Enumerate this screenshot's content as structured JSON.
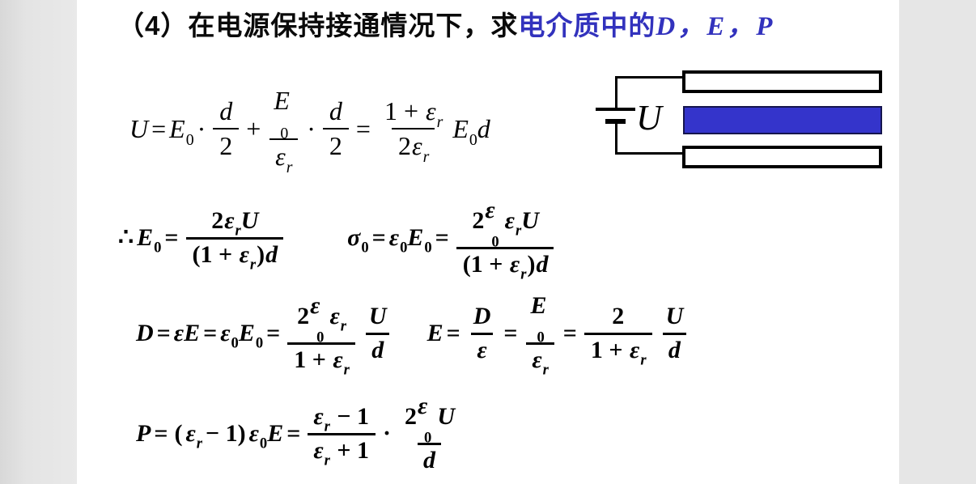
{
  "slide": {
    "title": {
      "prefix": "（4）在电源保持接通情况下，求",
      "highlight": "电介质中的",
      "highlight_vars": "D，E，P"
    },
    "colors": {
      "accent_blue": "#3232bd",
      "dielectric_fill": "#3434cb",
      "letterbox_gray": "#e6e6e6",
      "text": "#000000"
    },
    "diagram": {
      "battery_label": "U"
    },
    "equations": [
      {
        "id": "voltage-sum",
        "tokens": [
          {
            "v": "U"
          },
          "=",
          {
            "v": "E",
            "sub": "0"
          },
          "·",
          {
            "frac": {
              "n": [
                {
                  "v": "d"
                }
              ],
              "d": [
                "2"
              ]
            }
          },
          "+",
          {
            "frac": {
              "n": [
                {
                  "v": "E",
                  "sub": "0"
                }
              ],
              "d": [
                {
                  "v": "ε",
                  "sub": "r"
                }
              ]
            }
          },
          "·",
          {
            "frac": {
              "n": [
                {
                  "v": "d"
                }
              ],
              "d": [
                "2"
              ]
            }
          },
          "=",
          {
            "frac": {
              "n": [
                "1 + ",
                {
                  "v": "ε",
                  "sub": "r"
                }
              ],
              "d": [
                "2",
                {
                  "v": "ε",
                  "sub": "r"
                }
              ]
            }
          },
          {
            "v": "E",
            "sub": "0"
          },
          {
            "v": "d"
          }
        ]
      },
      {
        "id": "e0-result",
        "tokens": [
          "∴",
          {
            "v": "E",
            "sub": "0"
          },
          "=",
          {
            "frac": {
              "n": [
                "2",
                {
                  "v": "ε",
                  "sub": "r"
                },
                {
                  "v": "U"
                }
              ],
              "d": [
                "(1 + ",
                {
                  "v": "ε",
                  "sub": "r"
                },
                ")",
                {
                  "v": "d"
                }
              ]
            }
          }
        ]
      },
      {
        "id": "sigma0-result",
        "tokens": [
          {
            "v": "σ",
            "sub": "0"
          },
          "=",
          {
            "v": "ε",
            "sub": "0"
          },
          {
            "v": "E",
            "sub": "0"
          },
          "=",
          {
            "frac": {
              "n": [
                "2",
                {
                  "v": "ε",
                  "sub": "0"
                },
                {
                  "v": "ε",
                  "sub": "r"
                },
                {
                  "v": "U"
                }
              ],
              "d": [
                "(1 + ",
                {
                  "v": "ε",
                  "sub": "r"
                },
                ")",
                {
                  "v": "d"
                }
              ]
            }
          }
        ]
      },
      {
        "id": "d-field",
        "tokens": [
          {
            "v": "D"
          },
          "=",
          {
            "v": "ε"
          },
          {
            "v": "E"
          },
          "=",
          {
            "v": "ε",
            "sub": "0"
          },
          {
            "v": "E",
            "sub": "0"
          },
          "=",
          {
            "frac": {
              "n": [
                "2",
                {
                  "v": "ε",
                  "sub": "0"
                },
                {
                  "v": "ε",
                  "sub": "r"
                }
              ],
              "d": [
                "1 + ",
                {
                  "v": "ε",
                  "sub": "r"
                }
              ]
            }
          },
          {
            "frac": {
              "n": [
                {
                  "v": "U"
                }
              ],
              "d": [
                {
                  "v": "d"
                }
              ]
            }
          }
        ]
      },
      {
        "id": "e-field",
        "tokens": [
          {
            "v": "E"
          },
          "=",
          {
            "frac": {
              "n": [
                {
                  "v": "D"
                }
              ],
              "d": [
                {
                  "v": "ε"
                }
              ]
            }
          },
          "=",
          {
            "frac": {
              "n": [
                {
                  "v": "E",
                  "sub": "0"
                }
              ],
              "d": [
                {
                  "v": "ε",
                  "sub": "r"
                }
              ]
            }
          },
          "=",
          {
            "frac": {
              "n": [
                "2"
              ],
              "d": [
                "1 + ",
                {
                  "v": "ε",
                  "sub": "r"
                }
              ]
            }
          },
          {
            "frac": {
              "n": [
                {
                  "v": "U"
                }
              ],
              "d": [
                {
                  "v": "d"
                }
              ]
            }
          }
        ]
      },
      {
        "id": "polarization",
        "tokens": [
          {
            "v": "P"
          },
          "=",
          "(",
          {
            "v": "ε",
            "sub": "r"
          },
          "− 1)",
          {
            "v": "ε",
            "sub": "0"
          },
          {
            "v": "E"
          },
          "=",
          {
            "frac": {
              "n": [
                {
                  "v": "ε",
                  "sub": "r"
                },
                " − 1"
              ],
              "d": [
                {
                  "v": "ε",
                  "sub": "r"
                },
                " + 1"
              ]
            }
          },
          "·",
          {
            "frac": {
              "n": [
                "2",
                {
                  "v": "ε",
                  "sub": "0"
                },
                {
                  "v": "U"
                }
              ],
              "d": [
                {
                  "v": "d"
                }
              ]
            }
          }
        ]
      }
    ]
  }
}
